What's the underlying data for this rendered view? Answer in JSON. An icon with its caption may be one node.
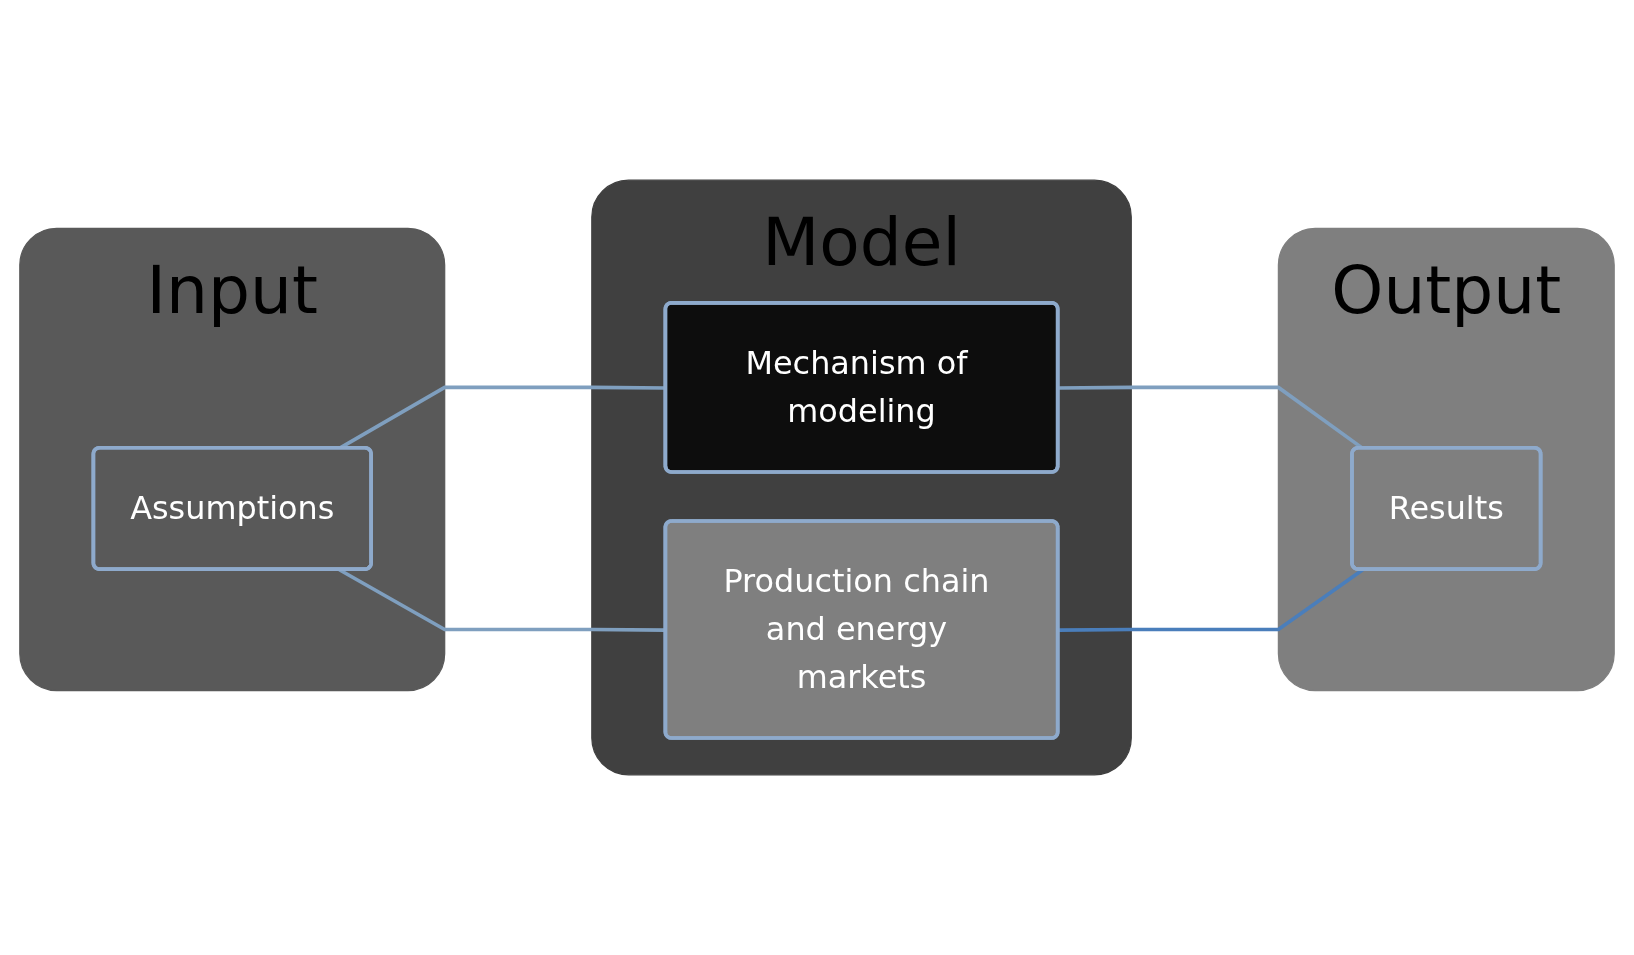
{
  "diagram": {
    "nodes": [
      {
        "text": [
          "Input"
        ]
      },
      {
        "text": [
          "Model"
        ]
      },
      {
        "text": [
          "Output"
        ]
      },
      {
        "text": [
          "Assumptions"
        ],
        "in": 0
      },
      {
        "text": [
          "Mechanism of modeling"
        ],
        "in": 1
      },
      {
        "text": [
          "Production chain and energy markets"
        ],
        "in": 1
      },
      {
        "text": [
          "Results"
        ],
        "in": 2
      }
    ],
    "edges": [
      {
        "from": 3,
        "to": 4,
        "arrow": "none"
      },
      {
        "from": 3,
        "to": 5,
        "arrow": "none"
      },
      {
        "from": 4,
        "to": 6,
        "arrow": "none"
      },
      {
        "from": 5,
        "to": 6,
        "arrow": "none",
        "color": "#4a7ebb"
      }
    ]
  }
}
